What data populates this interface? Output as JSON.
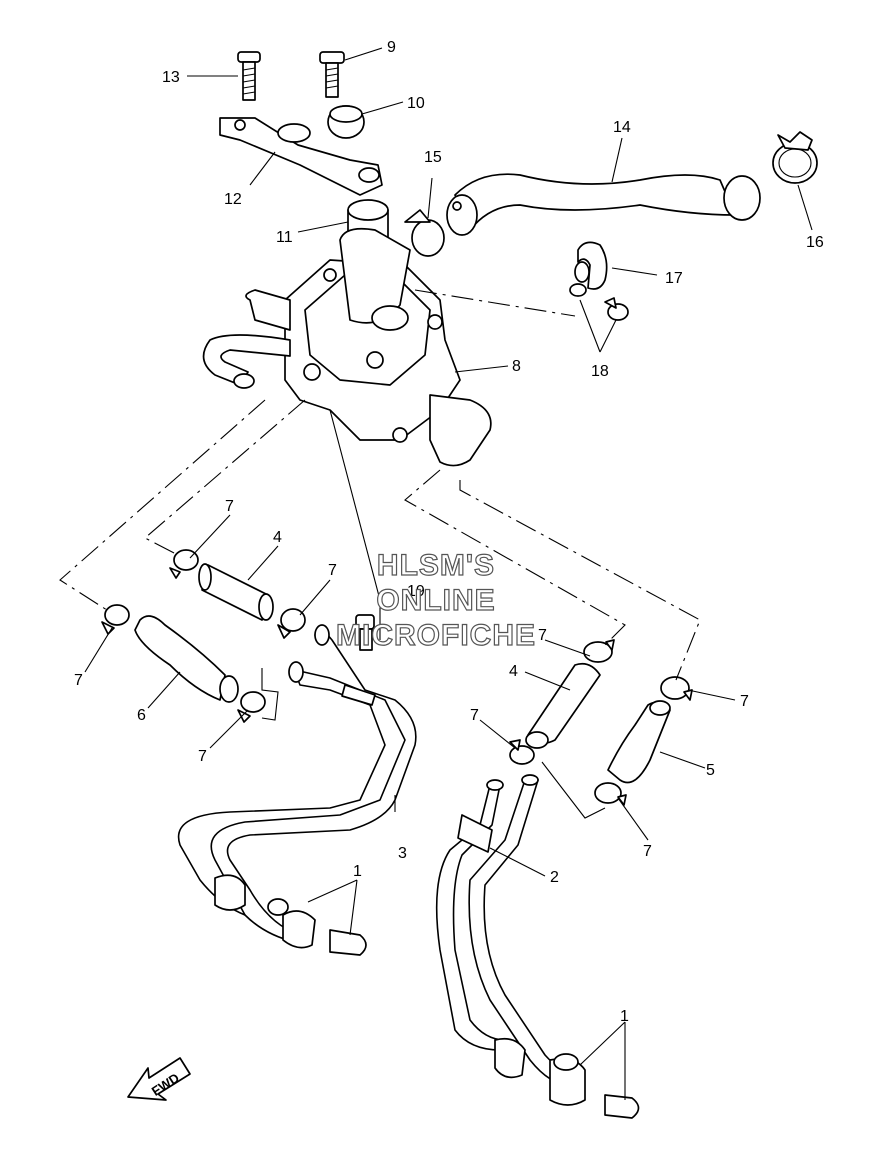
{
  "watermark": {
    "line1": "HLSM'S",
    "line2": "ONLINE",
    "line3": "MICROFICHE"
  },
  "fwd_label": "FWD",
  "callouts": {
    "c1a": "1",
    "c1b": "1",
    "c2": "2",
    "c3": "3",
    "c4a": "4",
    "c4b": "4",
    "c5": "5",
    "c6": "6",
    "c7a": "7",
    "c7b": "7",
    "c7c": "7",
    "c7d": "7",
    "c7e": "7",
    "c7f": "7",
    "c7g": "7",
    "c7h": "7",
    "c8": "8",
    "c9": "9",
    "c10": "10",
    "c11": "11",
    "c12": "12",
    "c13": "13",
    "c14": "14",
    "c15": "15",
    "c16": "16",
    "c17": "17",
    "c18": "18",
    "c19": "19"
  }
}
